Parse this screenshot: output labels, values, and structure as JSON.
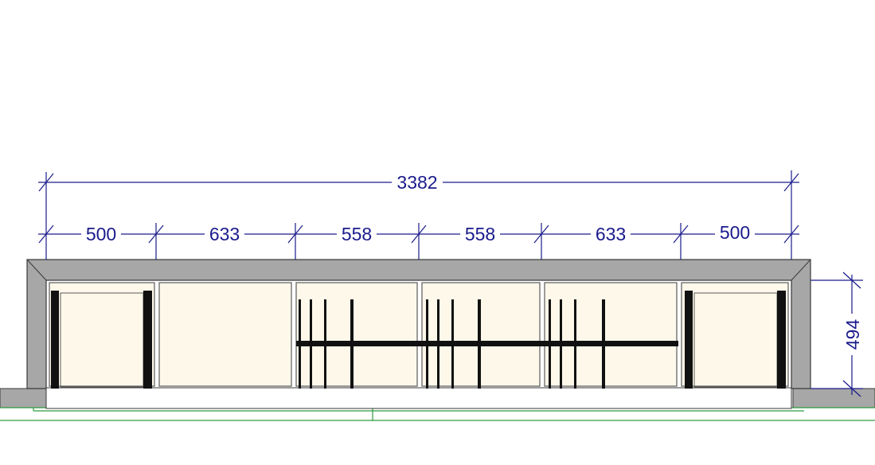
{
  "colors": {
    "background": "#ffffff",
    "frame": "#a7a7a7",
    "frame_edge": "#3a3a3a",
    "panel_fill": "#fdf8ea",
    "panel_edge": "#5a5a5a",
    "rail": "#111111",
    "dimension": "#1a1a8c",
    "ground": "#2e9a3e",
    "floor_slab": "#a7a7a7"
  },
  "dimensions": {
    "overall": "3382",
    "sections": [
      "500",
      "633",
      "558",
      "558",
      "633",
      "500"
    ],
    "height": "494"
  }
}
